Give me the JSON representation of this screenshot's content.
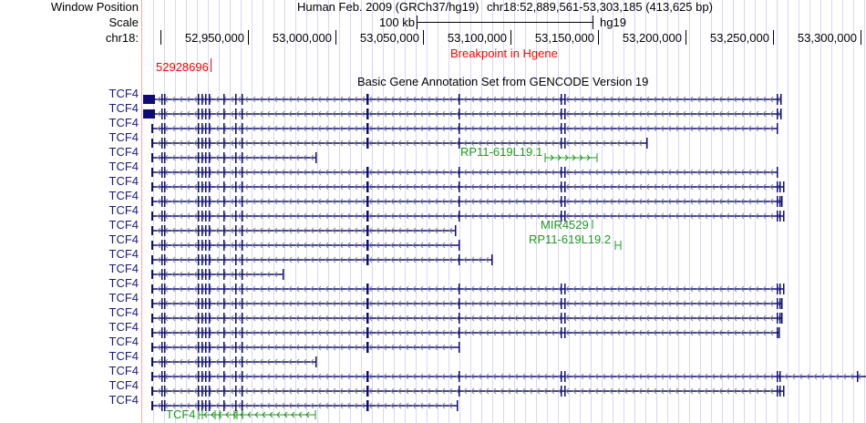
{
  "header": {
    "window_position_label": "Window Position",
    "scale_label": "Scale",
    "chrom_label": "chr18:",
    "assembly": "Human Feb. 2009 (GRCh37/hg19)",
    "position": "chr18:52,889,561-53,303,185 (413,625 bp)",
    "scale_text": "100 kb",
    "db": "hg19",
    "ticks": [
      "52,950,000",
      "53,000,000",
      "53,050,000",
      "53,100,000",
      "53,150,000",
      "53,200,000",
      "53,250,000",
      "53,300,000"
    ]
  },
  "breakpoint": {
    "position": "52928696",
    "label": "Breakpoint in Hgene"
  },
  "track": {
    "title": "Basic Gene Annotation Set from GENCODE Version 19"
  },
  "rows": [
    "TCF4",
    "TCF4",
    "TCF4",
    "TCF4",
    "TCF4",
    "TCF4",
    "TCF4",
    "TCF4",
    "TCF4",
    "TCF4",
    "TCF4",
    "TCF4",
    "TCF4",
    "TCF4",
    "TCF4",
    "TCF4",
    "TCF4",
    "TCF4",
    "TCF4",
    "TCF4",
    "TCF4",
    "TCF4"
  ],
  "other_genes": [
    "RP11-619L19.1",
    "MIR4529",
    "RP11-619L19.2",
    "TCF4"
  ],
  "colors": {
    "gene": "#0c0c78",
    "noncoding": "#1c9a1c",
    "breakpoint": "#ff0000"
  }
}
